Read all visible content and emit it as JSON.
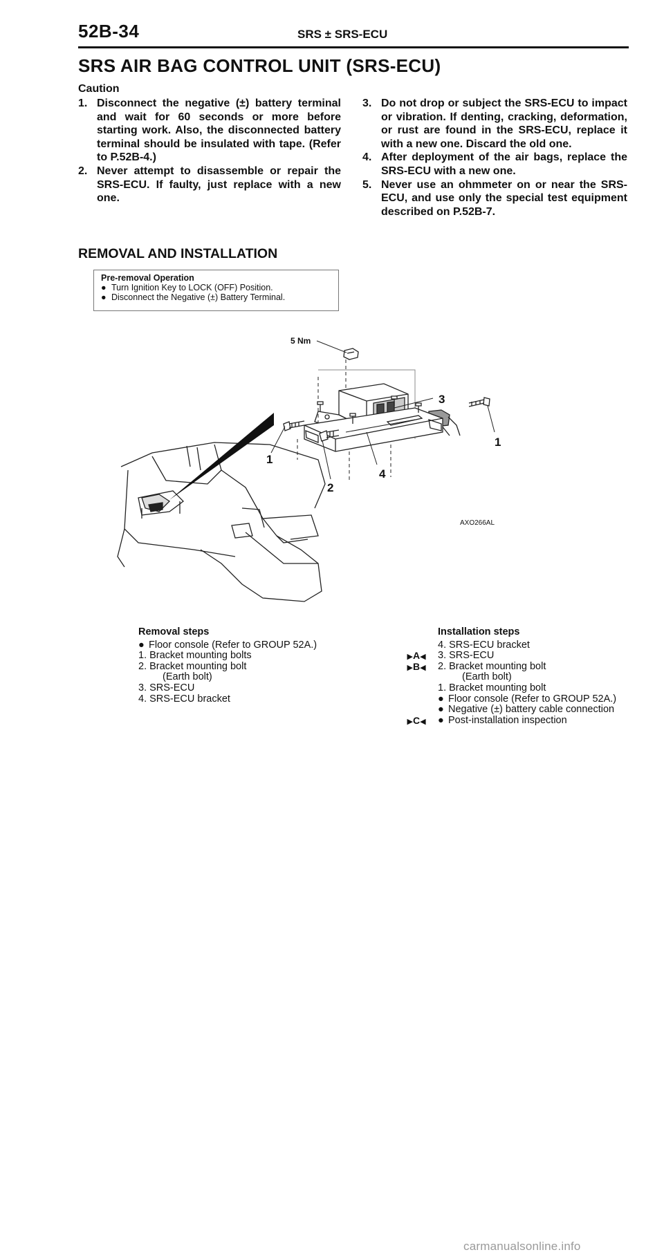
{
  "header": {
    "page_code": "52B-34",
    "section": "SRS ± SRS-ECU"
  },
  "title": "SRS AIR BAG CONTROL UNIT (SRS-ECU)",
  "caution": {
    "label": "Caution",
    "items": [
      {
        "num": "1.",
        "text": "Disconnect the negative (±) battery terminal and wait for 60 seconds or more before starting work. Also, the disconnected battery terminal should be insulated with tape. (Refer to P.52B-4.)"
      },
      {
        "num": "2.",
        "text": "Never attempt to disassemble or repair the SRS-ECU. If faulty, just replace with a new one."
      },
      {
        "num": "3.",
        "text": "Do not drop or subject the SRS-ECU to impact or vibration. If denting, cracking, deformation, or rust are found in the SRS-ECU, replace it with a new one. Discard the old one."
      },
      {
        "num": "4.",
        "text": "After deployment of the air bags, replace the SRS-ECU with a new one."
      },
      {
        "num": "5.",
        "text": "Never use an ohmmeter on or near the SRS-ECU, and use only the special test equipment described on P.52B-7."
      }
    ]
  },
  "removal_heading": "REMOVAL AND INSTALLATION",
  "pre_removal": {
    "title": "Pre-removal Operation",
    "items": [
      "Turn Ignition Key to LOCK (OFF) Position.",
      "Disconnect the Negative (±) Battery Terminal."
    ]
  },
  "diagram": {
    "torque_label": "5 Nm",
    "callouts": {
      "ecu": "3",
      "bolt_right": "1",
      "bolt_left": "1",
      "earth_bolt": "2",
      "bracket": "4"
    },
    "figure_code": "AXO266AL"
  },
  "removal_steps": {
    "title": "Removal steps",
    "steps": [
      {
        "bullet": true,
        "text": "Floor console (Refer to GROUP 52A.)"
      },
      {
        "bullet": false,
        "text": "1. Bracket mounting bolts"
      },
      {
        "bullet": false,
        "text": "2. Bracket mounting bolt"
      },
      {
        "bullet": false,
        "text": "(Earth bolt)",
        "indent": true
      },
      {
        "bullet": false,
        "text": "3. SRS-ECU"
      },
      {
        "bullet": false,
        "text": "4. SRS-ECU bracket"
      }
    ]
  },
  "installation_steps": {
    "title": "Installation steps",
    "steps": [
      {
        "bullet": false,
        "mark": "",
        "text": "4. SRS-ECU bracket"
      },
      {
        "bullet": false,
        "mark": "A",
        "text": "3. SRS-ECU"
      },
      {
        "bullet": false,
        "mark": "B",
        "text": "2. Bracket mounting bolt"
      },
      {
        "bullet": false,
        "mark": "",
        "text": "(Earth bolt)",
        "indent": true
      },
      {
        "bullet": false,
        "mark": "",
        "text": "1. Bracket mounting bolt"
      },
      {
        "bullet": true,
        "mark": "",
        "text": "Floor console (Refer to GROUP 52A.)"
      },
      {
        "bullet": true,
        "mark": "",
        "text": "Negative (±) battery cable connection"
      },
      {
        "bullet": true,
        "mark": "C",
        "text": "Post-installation inspection"
      }
    ]
  },
  "watermark": "carmanualsonline.info"
}
